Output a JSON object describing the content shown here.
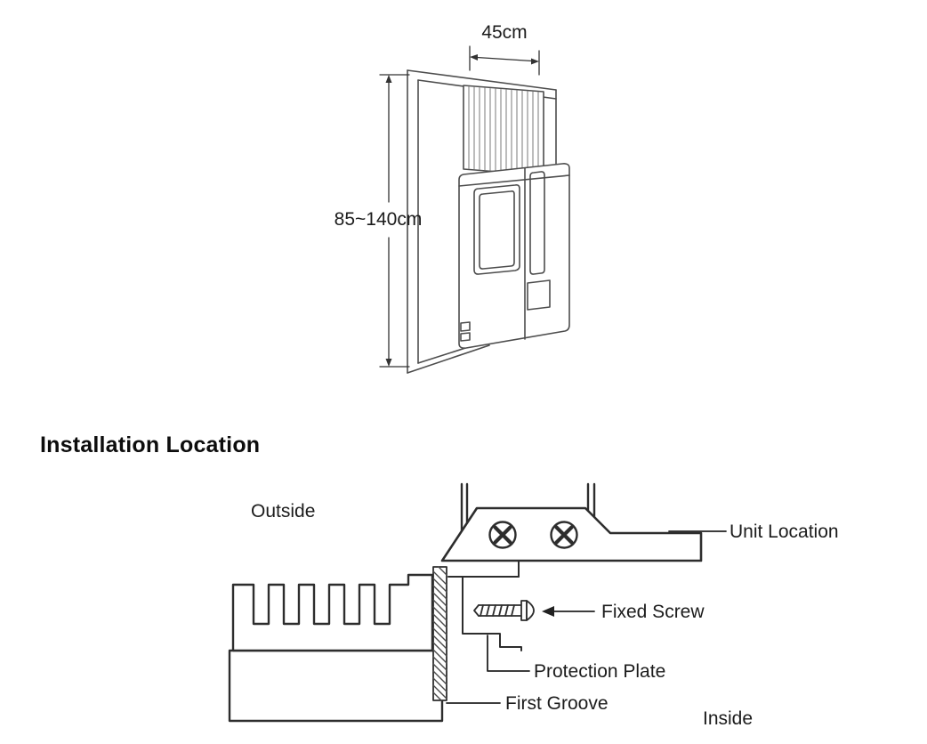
{
  "document": {
    "background": "#ffffff"
  },
  "top_figure": {
    "width_label": "45cm",
    "height_label": "85~140cm"
  },
  "section": {
    "heading": "Installation Location"
  },
  "cross_section": {
    "outside_label": "Outside",
    "inside_label": "Inside",
    "callouts": {
      "unit_location": "Unit Location",
      "fixed_screw": "Fixed Screw",
      "protection_plate": "Protection Plate",
      "first_groove": "First Groove"
    }
  },
  "colors": {
    "illustration_line": "#4d4d4d",
    "cross_section_line": "#2d2d2d",
    "text": "#1c1c1c"
  }
}
